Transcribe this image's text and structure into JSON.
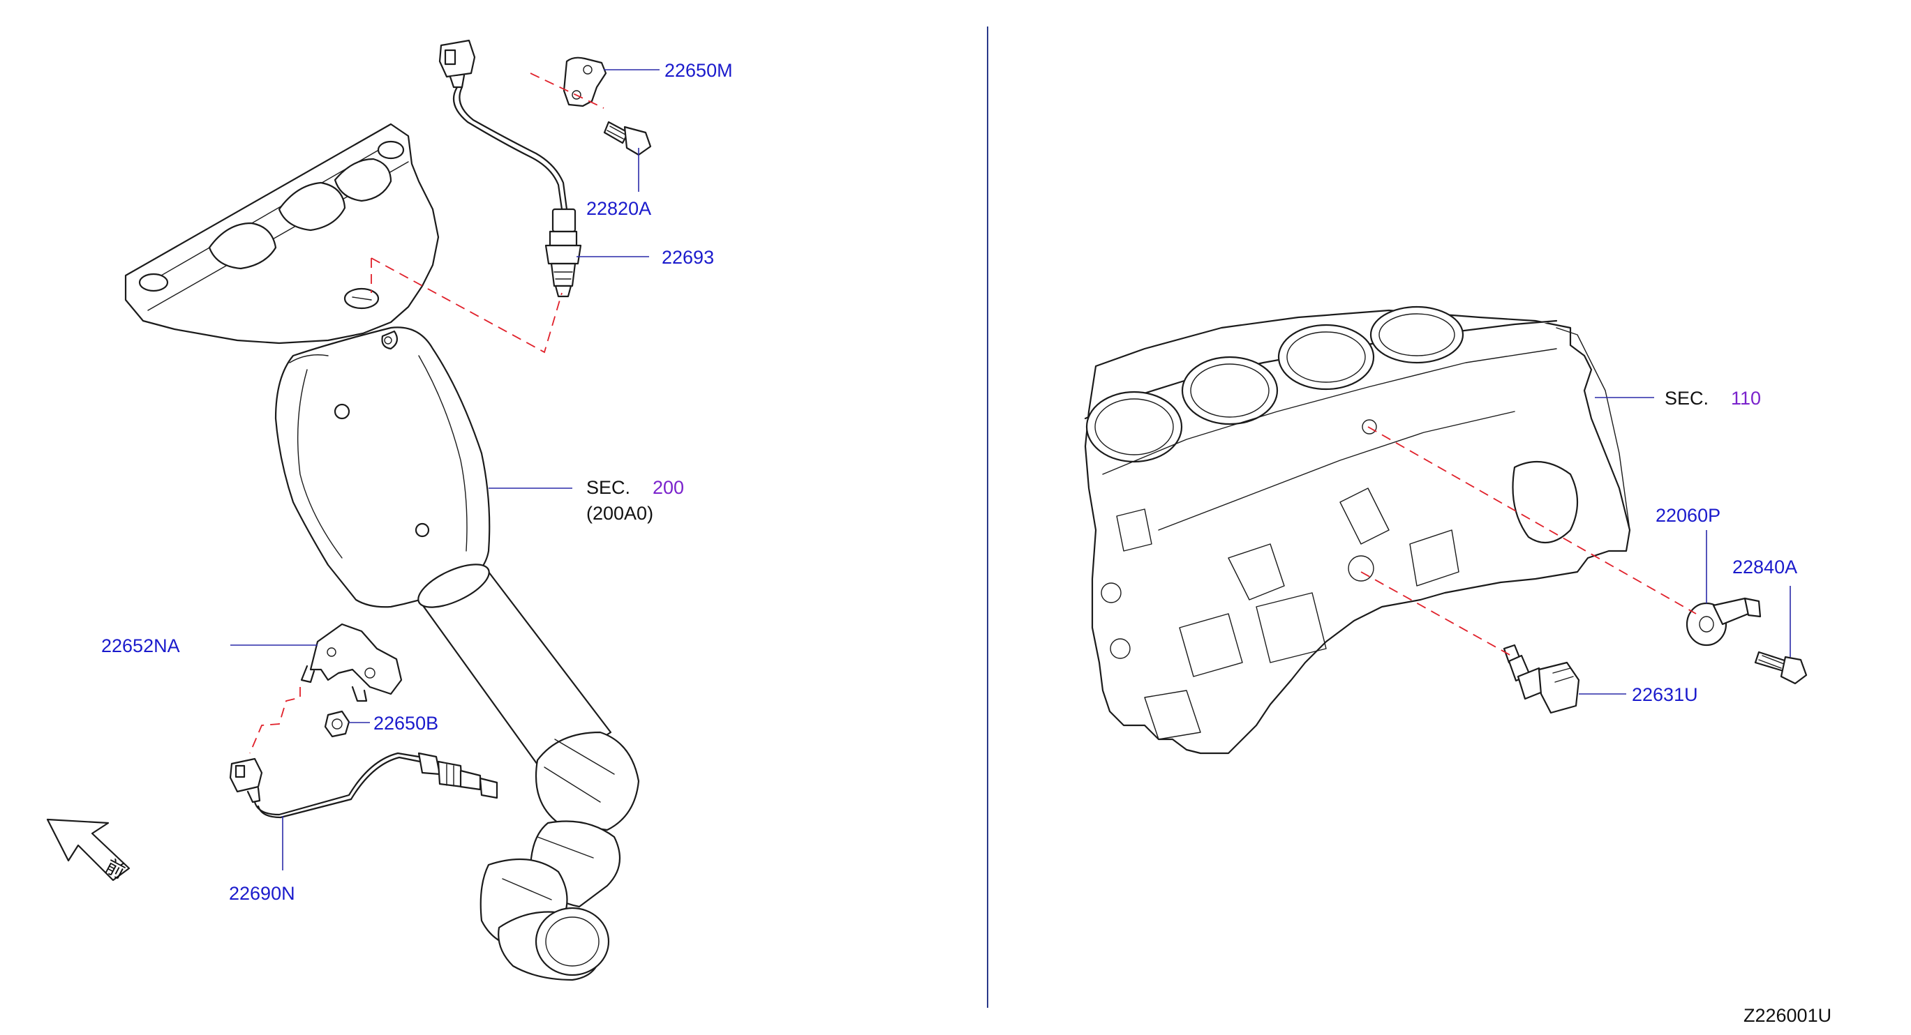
{
  "labels": {
    "p22650M": "22650M",
    "p22820A": "22820A",
    "p22693": "22693",
    "sec200_prefix": "SEC.",
    "sec200_num": "200",
    "sec200_sub": "(200A0)",
    "p22652NA": "22652NA",
    "p22650B": "22650B",
    "p22690N": "22690N",
    "front": "前",
    "sec110_prefix": "SEC.",
    "sec110_num": "110",
    "p22060P": "22060P",
    "p22840A": "22840A",
    "p22631U": "22631U",
    "diagram_code": "Z226001U"
  },
  "colors": {
    "part_number": "#1a1acc",
    "section_ref": "#7a22cc",
    "leader": "#2a2aa8",
    "phantom_line": "#e0202a"
  }
}
